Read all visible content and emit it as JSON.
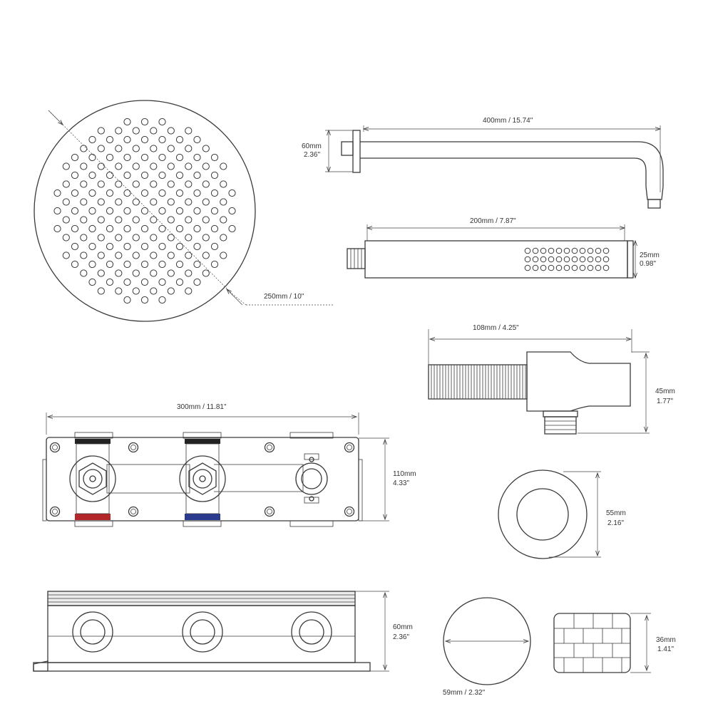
{
  "colors": {
    "line": "#3a3a3a",
    "hot": "#b3262a",
    "cold": "#2a3a8f",
    "dark": "#222222"
  },
  "labels": {
    "rain_head_dia": "250mm / 10\"",
    "arm_length": "400mm / 15.74\"",
    "arm_height_mm": "60mm",
    "arm_height_in": "2.36\"",
    "hand_length": "200mm / 7.87\"",
    "hand_dia_mm": "25mm",
    "hand_dia_in": "0.98\"",
    "elbow_length": "108mm / 4.25\"",
    "elbow_height_mm": "45mm",
    "elbow_height_in": "1.77\"",
    "valve_length": "300mm / 11.81\"",
    "valve_height_mm": "110mm",
    "valve_height_in": "4.33\"",
    "flange_dia_mm": "55mm",
    "flange_dia_in": "2.16\"",
    "box_height_mm": "60mm",
    "box_height_in": "2.36\"",
    "knob_dia": "59mm / 2.32\"",
    "knob_height_mm": "36mm",
    "knob_height_in": "1.41\""
  }
}
